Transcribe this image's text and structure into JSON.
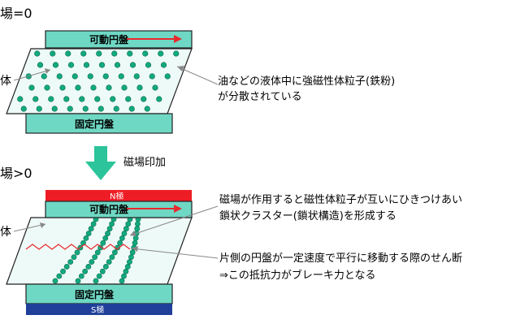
{
  "colors": {
    "plate_fill": "#6fd8c4",
    "fluid_fill": "#eefaf7",
    "particle": "#12a97e",
    "particle_edge": "#0b6f52",
    "arrow_red": "#e8282d",
    "flow_arrow": "#2cc49a",
    "north_pole": "#ee1c25",
    "south_pole": "#1f3f99",
    "text": "#111111",
    "leader_line": "#888888"
  },
  "top_section": {
    "heading": "場=0",
    "moving_disk_label": "可動円盤",
    "fluid_side_label": "体",
    "fixed_disk_label": "固定円盤",
    "annotation_lines": [
      "油などの液体中に強磁性体粒子(鉄粉)",
      "が分散されている"
    ]
  },
  "transition": {
    "label": "磁場印加",
    "arrow_icon": "down-arrow-icon"
  },
  "bottom_section": {
    "heading": "場>0",
    "north_pole_label": "N極",
    "south_pole_label": "S極",
    "moving_disk_label": "可動円盤",
    "fluid_side_label": "体",
    "fixed_disk_label": "固定円盤",
    "chain_annotation_lines": [
      "磁場が作用すると磁性体粒子が互いにひきつけあい",
      "鎖状クラスター(鎖状構造)を形成する"
    ],
    "shear_annotation_lines": [
      "片側の円盤が一定速度で平行に移動する際のせん断",
      "⇒この抵抗力がブレーキ力となる"
    ]
  }
}
